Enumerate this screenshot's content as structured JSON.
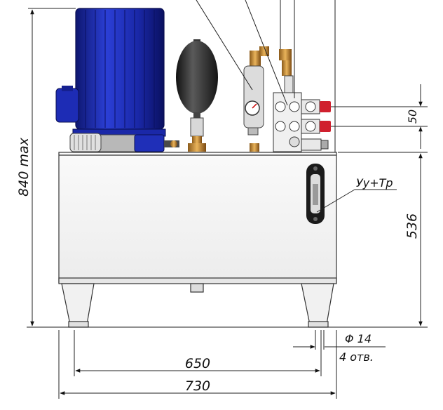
{
  "dimensions": {
    "height_total": "840 max",
    "width_total": "730",
    "foot_spacing": "650",
    "hole_dia": "Φ 14",
    "hole_count": "4 отв.",
    "tank_height": "536",
    "valve_pitch": "50"
  },
  "callouts": {
    "level_gauge": "Уу+Тр"
  },
  "colors": {
    "motor_blue": "#1f2fb8",
    "motor_blue_dark": "#0e1770",
    "valve_red": "#d0202e",
    "brass": "#c8892f",
    "tank_fill": "#f4f4f4",
    "accumulator": "#2a2a2a"
  }
}
